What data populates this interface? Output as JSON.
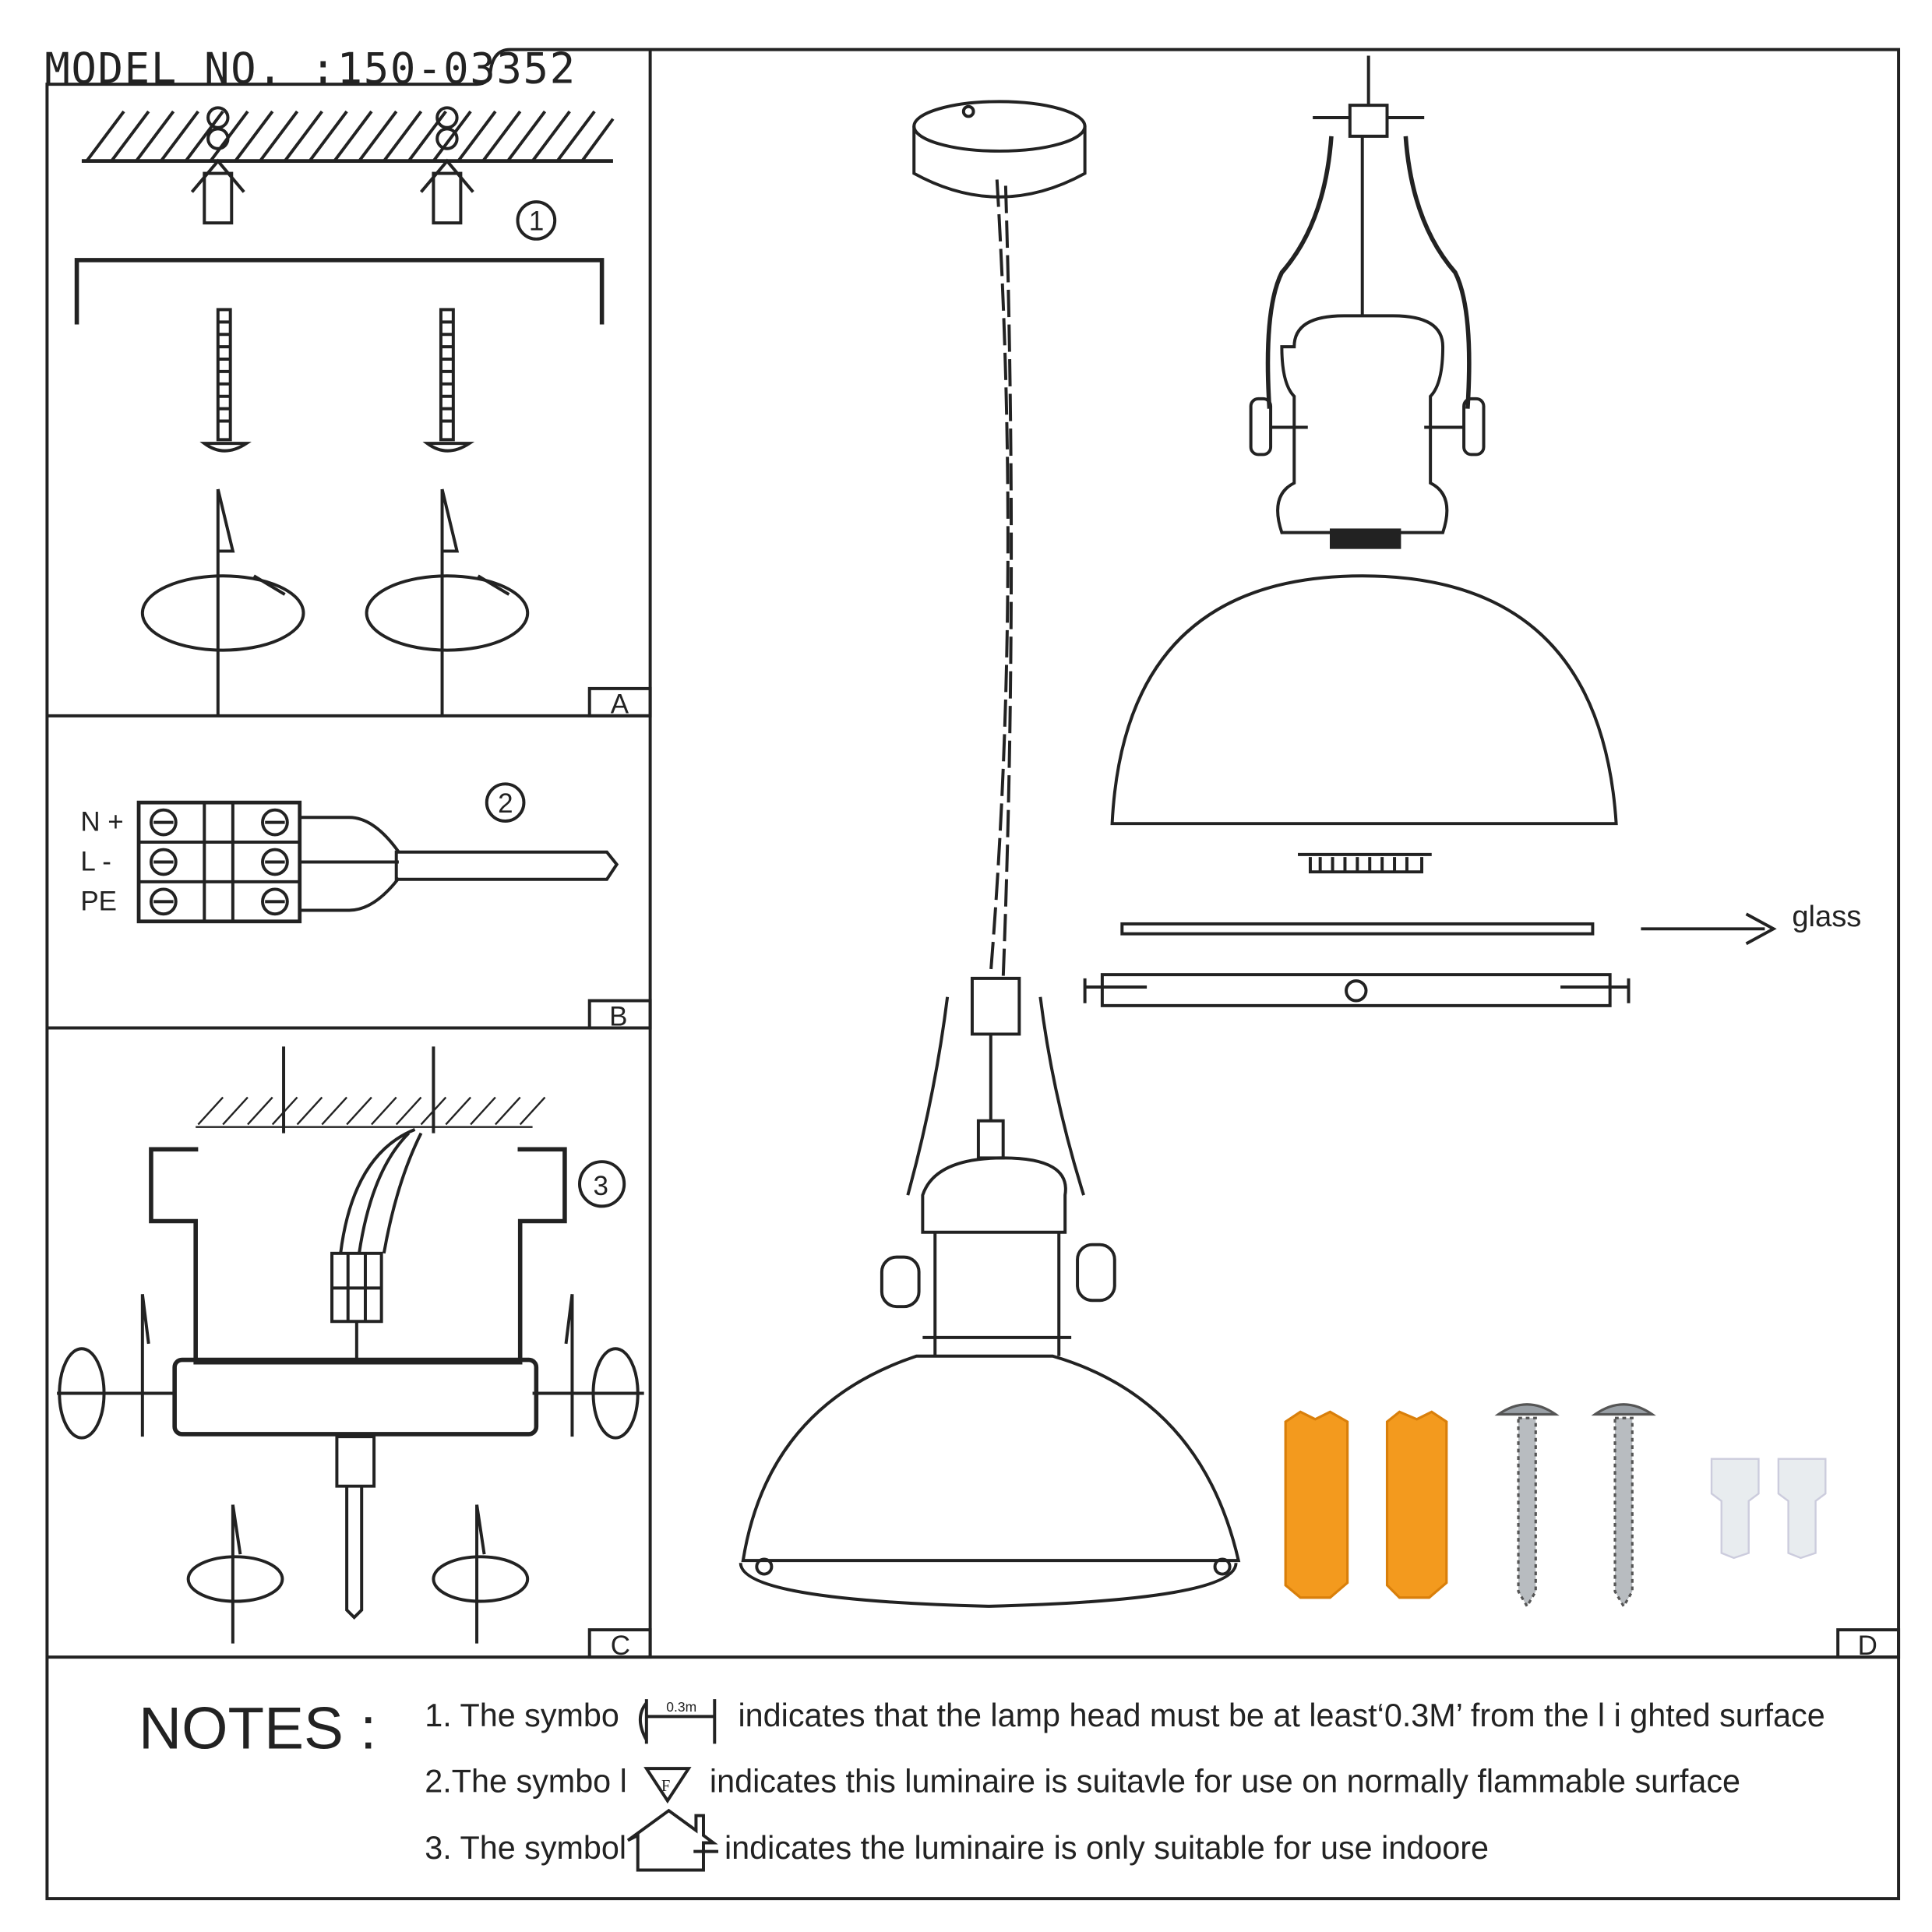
{
  "header": {
    "model_label": "MODEL NO. :150-03352"
  },
  "panels": {
    "a": {
      "label": "A",
      "step": "1"
    },
    "b": {
      "label": "B",
      "step": "2",
      "terminals": [
        "N +",
        "L -",
        "PE"
      ]
    },
    "c": {
      "label": "C",
      "step": "3"
    },
    "d": {
      "label": "D",
      "glass_label": "glass"
    }
  },
  "notes": {
    "title": "NOTES :",
    "items": [
      {
        "before": "1. The symbo",
        "icon": "distance-0.3m-icon",
        "icon_text": "0.3m",
        "after": "indicates that the lamp head must be at least‘0.3M’ from the l i ghted surface"
      },
      {
        "before": "2.The symbo l",
        "icon": "flammable-surface-icon",
        "icon_text": "F",
        "after": "indicates this luminaire is suitavle for use on normally flammable surface"
      },
      {
        "before": "3. The symbol",
        "icon": "indoor-house-icon",
        "after": "indicates the luminaire is only suitable for use indoore"
      }
    ]
  },
  "colors": {
    "anchor": "#f39a1e",
    "screw": "#9aa0a6",
    "connector": "#e8ecef",
    "line": "#222222"
  }
}
